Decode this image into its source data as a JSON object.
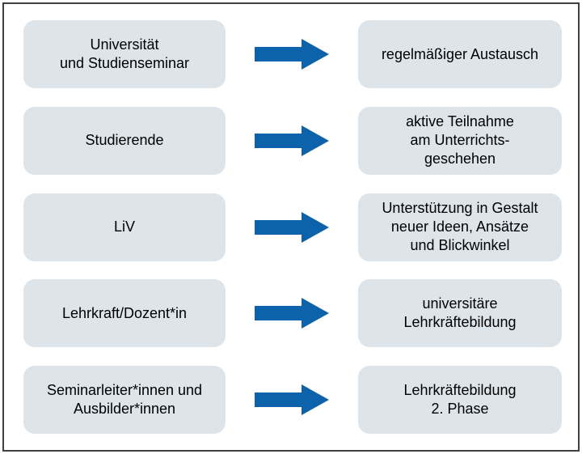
{
  "colors": {
    "box-fill": "#dde4ea",
    "arrow": "#0d63ab",
    "frame-border": "#3f3f3f",
    "text": "#000000",
    "background": "#ffffff"
  },
  "arrow_icon": "right-block-arrow",
  "rows": [
    {
      "left": "Universität\nund Studienseminar",
      "right": "regelmäßiger Austausch"
    },
    {
      "left": "Studierende",
      "right": "aktive Teilnahme\nam Unterrichts-\ngeschehen"
    },
    {
      "left": "LiV",
      "right": "Unterstützung in Gestalt\nneuer Ideen, Ansätze\nund Blickwinkel"
    },
    {
      "left": "Lehrkraft/Dozent*in",
      "right": "universitäre\nLehrkräftebildung"
    },
    {
      "left": "Seminarleiter*innen und\nAusbilder*innen",
      "right": "Lehrkräftebildung\n2. Phase"
    }
  ]
}
